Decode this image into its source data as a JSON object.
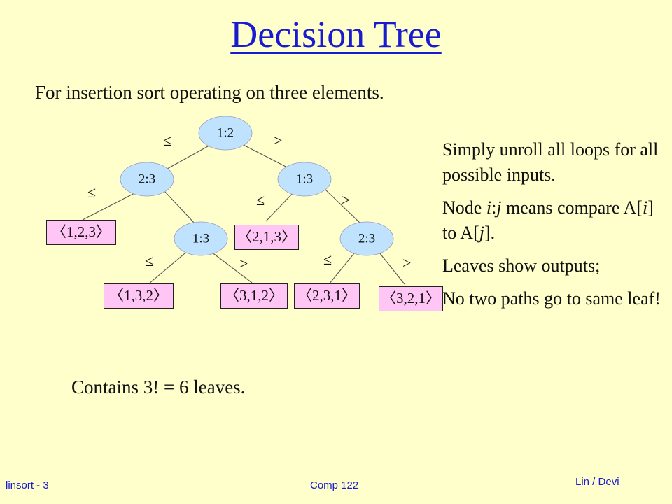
{
  "title": "Decision Tree",
  "subtitle": "For insertion sort operating on three elements.",
  "nodes": {
    "root": "1:2",
    "left": "2:3",
    "right": "1:3",
    "left_right": "1:3",
    "right_right": "2:3"
  },
  "leaves": {
    "l123": "〈1,2,3〉",
    "l213": "〈2,1,3〉",
    "l132": "〈1,3,2〉",
    "l312": "〈3,1,2〉",
    "l231": "〈2,3,1〉",
    "l321": "〈3,2,1〉"
  },
  "edge_labels": {
    "le": "≤",
    "gt": ">"
  },
  "notes": {
    "line1": "Simply unroll all loops for all possible inputs.",
    "node_prefix": "Node ",
    "node_i": "i",
    "node_colon": ":",
    "node_j": "j",
    "node_mid": " means compare A[",
    "node_i2": "i",
    "node_to": "] to A[",
    "node_j2": "j",
    "node_end": "].",
    "line3": "Leaves show outputs;",
    "line4": "No two paths go to same leaf!"
  },
  "count": "Contains 3! = 6 leaves.",
  "footer": {
    "left": "linsort - 3",
    "center": "Comp 122",
    "right": "Lin / Devi"
  }
}
